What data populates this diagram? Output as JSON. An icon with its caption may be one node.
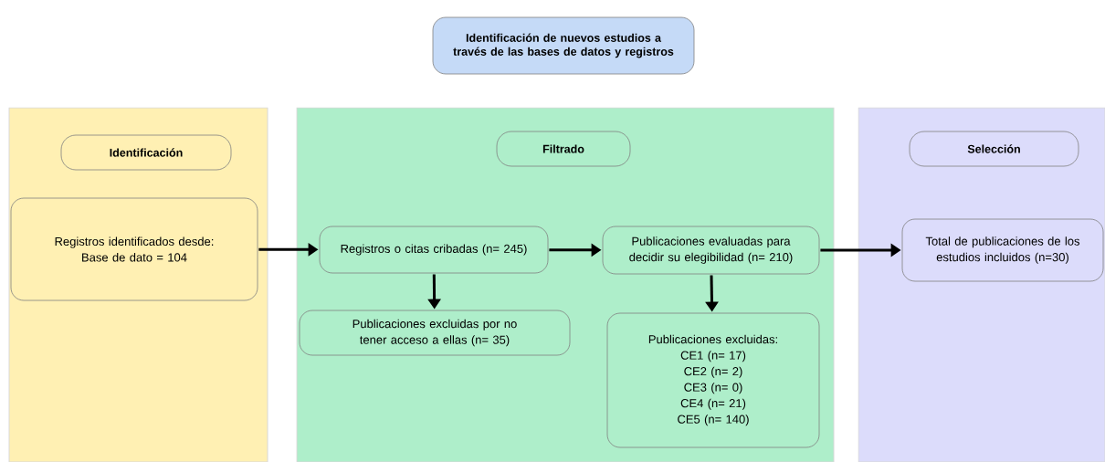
{
  "diagram": {
    "nodes": [
      {
        "text": [
          "Identificación de nuevos estudios a través de las bases de datos y registros"
        ]
      },
      {
        "text": [],
        "shape": "box"
      },
      {
        "text": [],
        "shape": "box"
      },
      {
        "text": [],
        "shape": "box"
      },
      {
        "text": [
          "Identificación"
        ],
        "in": 1
      },
      {
        "text": [
          "Filtrado"
        ],
        "in": 2
      },
      {
        "text": [
          "Selección"
        ],
        "in": 3
      },
      {
        "text": [
          "Registros identificados desde:",
          "Base de dato = 104"
        ],
        "in": 1
      },
      {
        "text": [
          "Registros o citas cribadas (n= 245)"
        ],
        "in": 2
      },
      {
        "text": [
          "Publicaciones excluidas por no tener acceso a ellas (n= 35)"
        ],
        "in": 2
      },
      {
        "text": [
          "Publicaciones evaluadas para decidir su elegibilidad (n= 210)"
        ],
        "in": 2
      },
      {
        "text": [
          "Publicaciones excluidas:",
          "CE1 (n= 17)",
          "CE2 (n= 2)",
          "CE3 (n= 0)",
          "CE4 (n= 21)",
          "CE5 (n= 140)"
        ],
        "in": 2
      },
      {
        "text": [
          "Total de publicaciones de los estudios incluidos (n=30)"
        ],
        "in": 3
      }
    ],
    "edges": [
      {
        "from": 7,
        "to": 8,
        "arrow": "to"
      },
      {
        "from": 8,
        "to": 10,
        "arrow": "to"
      },
      {
        "from": 10,
        "to": 12,
        "arrow": "to"
      },
      {
        "from": 8,
        "to": 9,
        "arrow": "to"
      },
      {
        "from": 10,
        "to": 11,
        "arrow": "to"
      }
    ]
  }
}
